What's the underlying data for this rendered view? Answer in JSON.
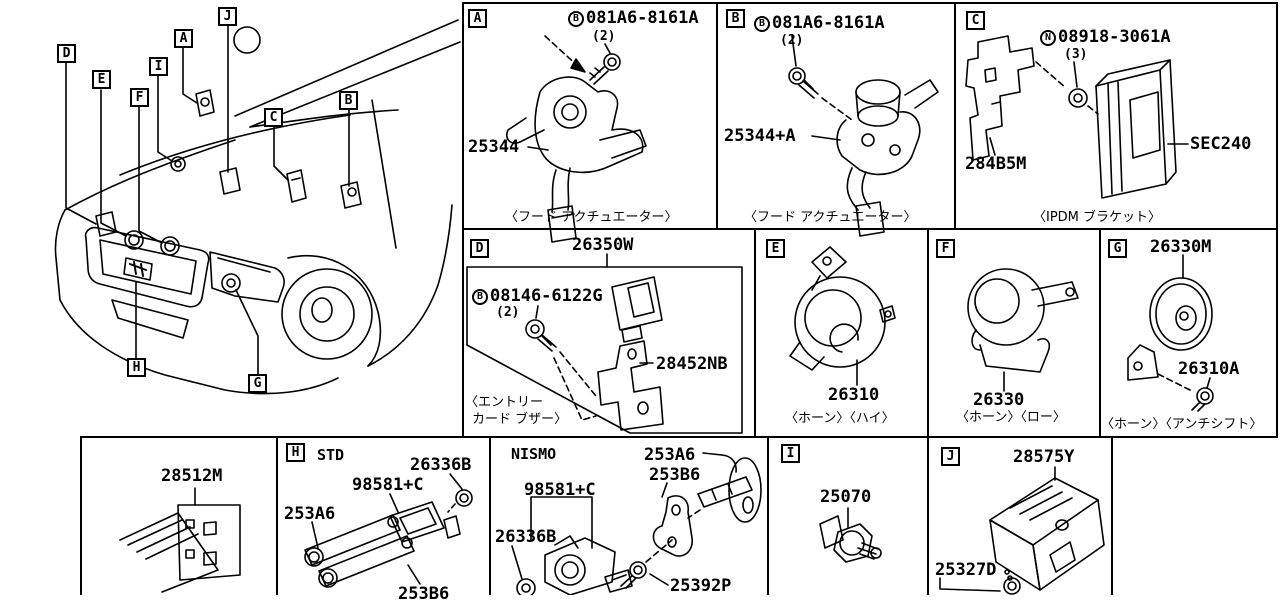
{
  "diagram": {
    "callouts": [
      "D",
      "E",
      "F",
      "I",
      "A",
      "J",
      "C",
      "B",
      "H",
      "G"
    ]
  },
  "panels": {
    "a": {
      "letter": "A",
      "fastener_symbol": "B",
      "fastener_code": "081A6-8161A",
      "fastener_qty": "(2)",
      "part": "25344",
      "caption": "〈フード アクチュエーター〉"
    },
    "b": {
      "letter": "B",
      "fastener_symbol": "B",
      "fastener_code": "081A6-8161A",
      "fastener_qty": "(2)",
      "part": "25344+A",
      "caption": "〈フード アクチュエーター〉"
    },
    "c": {
      "letter": "C",
      "fastener_symbol": "N",
      "fastener_code": "08918-3061A",
      "fastener_qty": "(3)",
      "part": "284B5M",
      "sec_ref": "SEC240",
      "caption": "〈IPDM ブラケット〉"
    },
    "d": {
      "letter": "D",
      "assembly": "26350W",
      "fastener_symbol": "B",
      "fastener_code": "08146-6122G",
      "fastener_qty": "(2)",
      "part": "28452NB",
      "caption_line1": "〈エントリー",
      "caption_line2": "カード ブザー〉"
    },
    "e": {
      "letter": "E",
      "part": "26310",
      "caption": "〈ホーン〉〈ハイ〉"
    },
    "f": {
      "letter": "F",
      "part": "26330",
      "caption": "〈ホーン〉〈ロー〉"
    },
    "g": {
      "letter": "G",
      "part_horn": "26330M",
      "part_bolt": "26310A",
      "caption": "〈ホーン〉〈アンチシフト〉"
    },
    "bracket": {
      "part": "28512M"
    },
    "h": {
      "letter": "H",
      "variant": "STD",
      "part_nut": "26336B",
      "part_relay": "98581+C",
      "part_bracket_a": "253A6",
      "part_bracket_b": "253B6"
    },
    "nismo": {
      "variant": "NISMO",
      "part_relay": "98581+C",
      "part_nut": "26336B",
      "part_bracket_a": "253A6",
      "part_bracket_b": "253B6",
      "part_screw": "25392P"
    },
    "i": {
      "letter": "I",
      "part": "25070"
    },
    "j": {
      "letter": "J",
      "part_unit": "28575Y",
      "part_bolt": "25327D"
    }
  }
}
